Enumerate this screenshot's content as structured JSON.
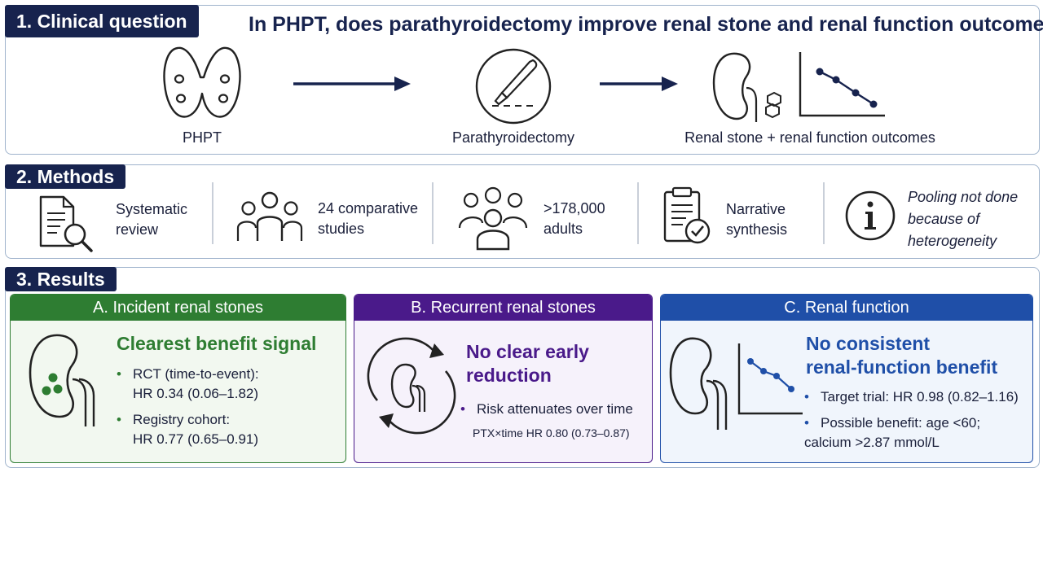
{
  "sections": {
    "clinical_question": {
      "tag": "1. Clinical question",
      "question": "In PHPT, does parathyroidectomy improve renal stone and renal function outcomes?",
      "flow": [
        {
          "label": "PHPT",
          "icon": "thyroid-icon"
        },
        {
          "label": "Parathyroidectomy",
          "icon": "scalpel-icon"
        },
        {
          "label": "Renal stone + renal function outcomes",
          "icon": "kidney-stone-chart-icon"
        }
      ]
    },
    "methods": {
      "tag": "2. Methods",
      "items": [
        {
          "line1": "Systematic",
          "line2": "review",
          "icon": "document-search-icon"
        },
        {
          "line1": "24 comparative",
          "line2": "studies",
          "icon": "group-icon"
        },
        {
          "line1": ">178,000",
          "line2": "adults",
          "icon": "crowd-icon"
        },
        {
          "line1": "Narrative",
          "line2": "synthesis",
          "icon": "clipboard-check-icon"
        },
        {
          "line1": "Pooling not done",
          "line2": "because of",
          "line3": "heterogeneity",
          "icon": "info-icon"
        }
      ]
    },
    "results": {
      "tag": "3. Results",
      "cards": [
        {
          "title": "A. Incident renal stones",
          "headline": "Clearest benefit signal",
          "color": "#2e7d32",
          "bullets": [
            {
              "line1": "RCT (time-to-event):",
              "line2": "HR 0.34 (0.06–1.82)"
            },
            {
              "line1": "Registry cohort:",
              "line2": "HR 0.77 (0.65–0.91)"
            }
          ]
        },
        {
          "title": "B. Recurrent renal stones",
          "headline_line1": "No clear early",
          "headline_line2": "reduction",
          "color": "#4a1a8a",
          "bullet": "Risk attenuates over time",
          "note": "PTX×time HR 0.80 (0.73–0.87)"
        },
        {
          "title": "C. Renal function",
          "headline_line1": "No consistent",
          "headline_line2": "renal-function benefit",
          "color": "#1f4fa8",
          "bullets": [
            {
              "line1": "Target trial: HR 0.98 (0.82–1.16)"
            },
            {
              "line1": "Possible benefit: age <60;",
              "line2": "calcium >2.87 mmol/L"
            }
          ]
        }
      ]
    }
  },
  "colors": {
    "navy": "#17234e",
    "green": "#2e7d32",
    "purple": "#4a1a8a",
    "blue": "#1f4fa8",
    "green_bg": "#f2f8f0",
    "purple_bg": "#f6f2fb",
    "blue_bg": "#f0f5fc"
  }
}
